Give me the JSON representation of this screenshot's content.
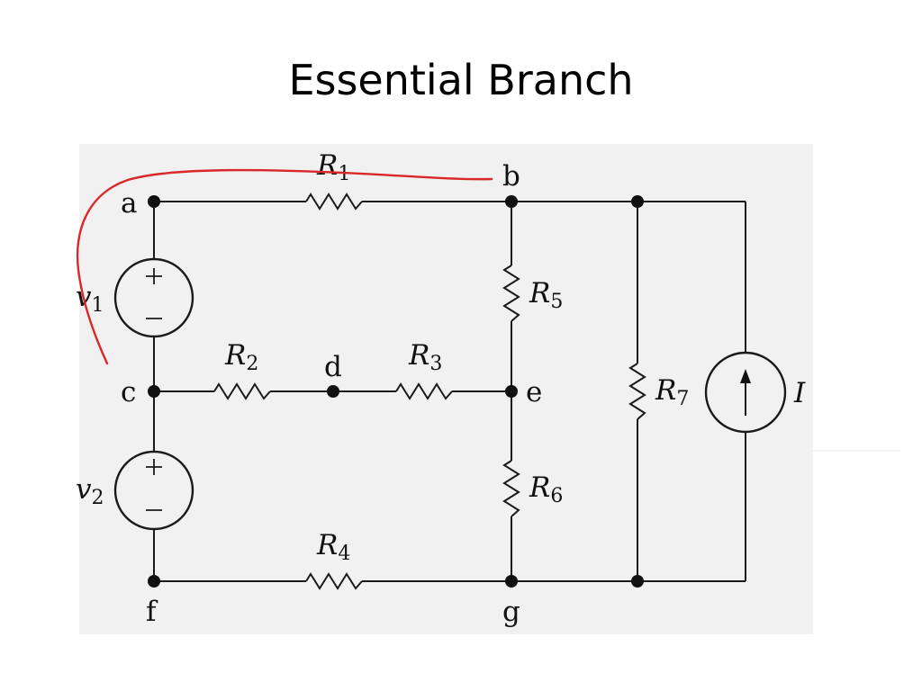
{
  "slide": {
    "title": "Essential Branch"
  },
  "circuit": {
    "nodes": [
      "a",
      "b",
      "c",
      "d",
      "e",
      "f",
      "g"
    ],
    "resistors": [
      {
        "name": "R",
        "sub": "1"
      },
      {
        "name": "R",
        "sub": "2"
      },
      {
        "name": "R",
        "sub": "3"
      },
      {
        "name": "R",
        "sub": "4"
      },
      {
        "name": "R",
        "sub": "5"
      },
      {
        "name": "R",
        "sub": "6"
      },
      {
        "name": "R",
        "sub": "7"
      }
    ],
    "voltage_sources": [
      {
        "name": "v",
        "sub": "1",
        "plus": "+",
        "minus": "−"
      },
      {
        "name": "v",
        "sub": "2",
        "plus": "+",
        "minus": "−"
      }
    ],
    "current_source": {
      "name": "I"
    }
  },
  "colors": {
    "annotation": "#d9272a",
    "wire": "#1a1a1a",
    "figure_background": "#f1f1f1"
  }
}
